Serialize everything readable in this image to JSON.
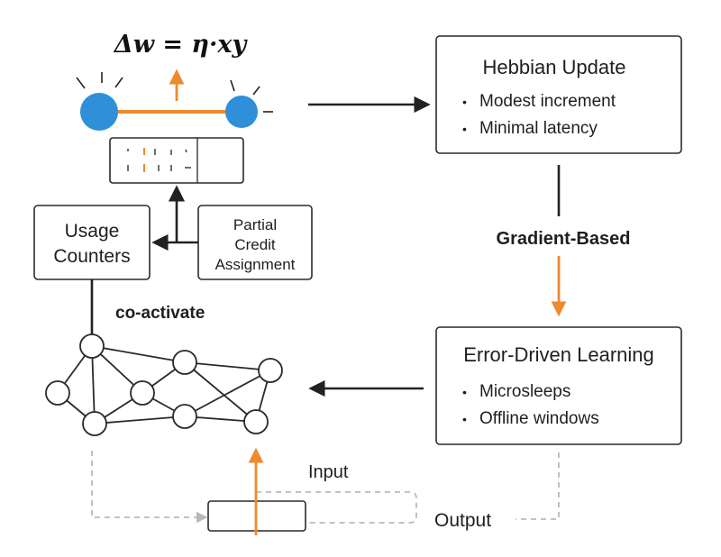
{
  "formula": "Δw = η·xy",
  "hebbian": {
    "title": "Hebbian Update",
    "bullets": [
      "Modest increment",
      "Minimal latency"
    ]
  },
  "gradient_label": "Gradient-Based",
  "error_driven": {
    "title": "Error-Driven Learning",
    "bullets": [
      "Microsleeps",
      "Offline windows"
    ]
  },
  "usage_counters": [
    "Usage",
    "Counters"
  ],
  "partial_credit": [
    "Partial",
    "Credit",
    "Assignment"
  ],
  "coactivate_label": "co-activate",
  "input_label": "Input",
  "output_label": "Output",
  "bullet_char": "•",
  "colors": {
    "neuron_blue": "#2f8fd8",
    "accent_orange": "#ee8a2e",
    "dashed_gray": "#b9b9b9"
  }
}
